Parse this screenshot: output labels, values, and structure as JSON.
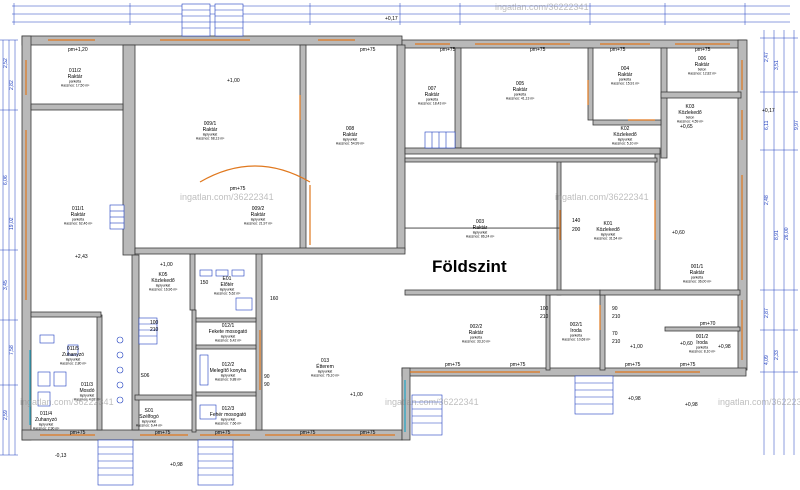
{
  "plan_title": "Földszint",
  "watermark": "ingatlan.com/36222341",
  "colors": {
    "wall": "#b9b9b9",
    "wall_stroke": "#3a3a3a",
    "dimension": "#1f3fbf",
    "opening": "#e0781e",
    "glass": "#1fa3c4",
    "fixture": "#1f3fbf"
  },
  "rooms": [
    {
      "id": "r-011-2",
      "name": "011/2",
      "use": "Raktár",
      "floor": "parketta",
      "area": "Hasznos: 17,50 m²"
    },
    {
      "id": "r-011-1",
      "name": "011/1",
      "use": "Raktár",
      "floor": "parketta",
      "area": "Hasznos: 62,46 m²"
    },
    {
      "id": "r-009-1",
      "name": "009/1",
      "use": "Raktár",
      "floor": "laplyurkat",
      "area": "Hasznos: 68,13 m²"
    },
    {
      "id": "r-009-2",
      "name": "009/2",
      "use": "Raktár",
      "floor": "laplyurkat",
      "area": "Hasznos: 21,97 m²"
    },
    {
      "id": "r-008",
      "name": "008",
      "use": "Raktár",
      "floor": "laplyurkat",
      "area": "Hasznos: 54,99 m²"
    },
    {
      "id": "r-007",
      "name": "007",
      "use": "Raktár",
      "floor": "parketta",
      "area": "Hasznos: 18,43 m²"
    },
    {
      "id": "r-005",
      "name": "005",
      "use": "Raktár",
      "floor": "parketta",
      "area": "Hasznos: 41,13 m²"
    },
    {
      "id": "r-004",
      "name": "004",
      "use": "Raktár",
      "floor": "parketta",
      "area": "Hasznos: 15,91 m²"
    },
    {
      "id": "r-006",
      "name": "006",
      "use": "Raktár",
      "floor": "beton",
      "area": "Hasznos: 12,82 m²"
    },
    {
      "id": "r-k03",
      "name": "K03",
      "use": "Közlekedő",
      "floor": "beton",
      "area": "Hasznos: 4,59 m²"
    },
    {
      "id": "r-k02",
      "name": "K02",
      "use": "Közlekedő",
      "floor": "laplyurkat",
      "area": "Hasznos: 5,10 m²"
    },
    {
      "id": "r-003",
      "name": "003",
      "use": "Raktár",
      "floor": "laplyurkat",
      "area": "Hasznos: 86,24 m²"
    },
    {
      "id": "r-k01",
      "name": "K01",
      "use": "Közlekedő",
      "floor": "laplyurkat",
      "area": "Hasznos: 31,54 m²"
    },
    {
      "id": "r-001-1",
      "name": "001/1",
      "use": "Raktár",
      "floor": "parketta",
      "area": "Hasznos: 36,00 m²"
    },
    {
      "id": "r-k05",
      "name": "K05",
      "use": "Közlekedő",
      "floor": "laplyurkat",
      "area": "Hasznos: 16,96 m²"
    },
    {
      "id": "r-e01",
      "name": "E01",
      "use": "Előtér",
      "floor": "laplyurkat",
      "area": "Hasznos: 5,62 m²"
    },
    {
      "id": "r-012-1",
      "name": "012/1",
      "use": "Fekete mosogató",
      "floor": "laplyurkat",
      "area": "Hasznos: 6,42 m²"
    },
    {
      "id": "r-012-2",
      "name": "012/2",
      "use": "Melegítő konyha",
      "floor": "laplyurkat",
      "area": "Hasznos: 9,88 m²"
    },
    {
      "id": "r-012-3",
      "name": "012/3",
      "use": "Fehér mosogató",
      "floor": "laplyurkat",
      "area": "Hasznos: 7,66 m²"
    },
    {
      "id": "r-013",
      "name": "013",
      "use": "Étterem",
      "floor": "laplyurkat",
      "area": "Hasznos: 76,10 m²"
    },
    {
      "id": "r-002-2",
      "name": "002/2",
      "use": "Raktár",
      "floor": "parketta",
      "area": "Hasznos: 33,10 m²"
    },
    {
      "id": "r-002-1",
      "name": "002/1",
      "use": "Iroda",
      "floor": "parketta",
      "area": "Hasznos: 10,68 m²"
    },
    {
      "id": "r-001-2",
      "name": "001/2",
      "use": "Iroda",
      "floor": "parketta",
      "area": "Hasznos: 8,10 m²"
    },
    {
      "id": "r-011-3",
      "name": "011/3",
      "use": "Mosdó",
      "floor": "laplyurkat",
      "area": "Hasznos: 4,02 m²"
    },
    {
      "id": "r-011-4",
      "name": "011/4",
      "use": "Zuhanyzó",
      "floor": "laplyurkat",
      "area": "Hasznos: 2,90 m²"
    },
    {
      "id": "r-011-5",
      "name": "011/5",
      "use": "Zuhanyzó",
      "floor": "laplyurkat",
      "area": "Hasznos: 2,80 m²"
    },
    {
      "id": "r-s01",
      "name": "S01",
      "use": "Szélfogó",
      "floor": "laplyurkat",
      "area": "Hasznos: 6,44 m²"
    },
    {
      "id": "r-s06",
      "name": "S06",
      "use": "",
      "floor": "",
      "area": ""
    }
  ],
  "level_marks": [
    "+1,00",
    "+0,17",
    "+0,17",
    "+0,65",
    "+2,43",
    "+1,00",
    "+1,00",
    "+0,60",
    "+0,98",
    "+1,00",
    "+0,98",
    "-0,13",
    "+0,98",
    "+0,60",
    "+0,98"
  ],
  "opening_labels": [
    "pm+1,20",
    "pm+75",
    "pm+75",
    "pm+75",
    "pm+75",
    "pm+75",
    "pm+75",
    "pm+75",
    "pm+75",
    "pm+75",
    "pm+75",
    "pm+75",
    "pm+75",
    "pm+75",
    "pm+75",
    "pm+75",
    "pm+70",
    "140",
    "200",
    "100",
    "210",
    "90",
    "150",
    "100",
    "210",
    "90",
    "210",
    "70",
    "210",
    "90",
    "160"
  ],
  "dimensions": {
    "left": [
      "2,52",
      "6,06",
      "3,45",
      "7,58",
      "2,59",
      "2,82",
      "19,02"
    ],
    "right": [
      "2,47",
      "6,11",
      "2,48",
      "8,91",
      "2,87",
      "4,09",
      "26,00",
      "3,51",
      "2,33",
      "9,97"
    ]
  }
}
